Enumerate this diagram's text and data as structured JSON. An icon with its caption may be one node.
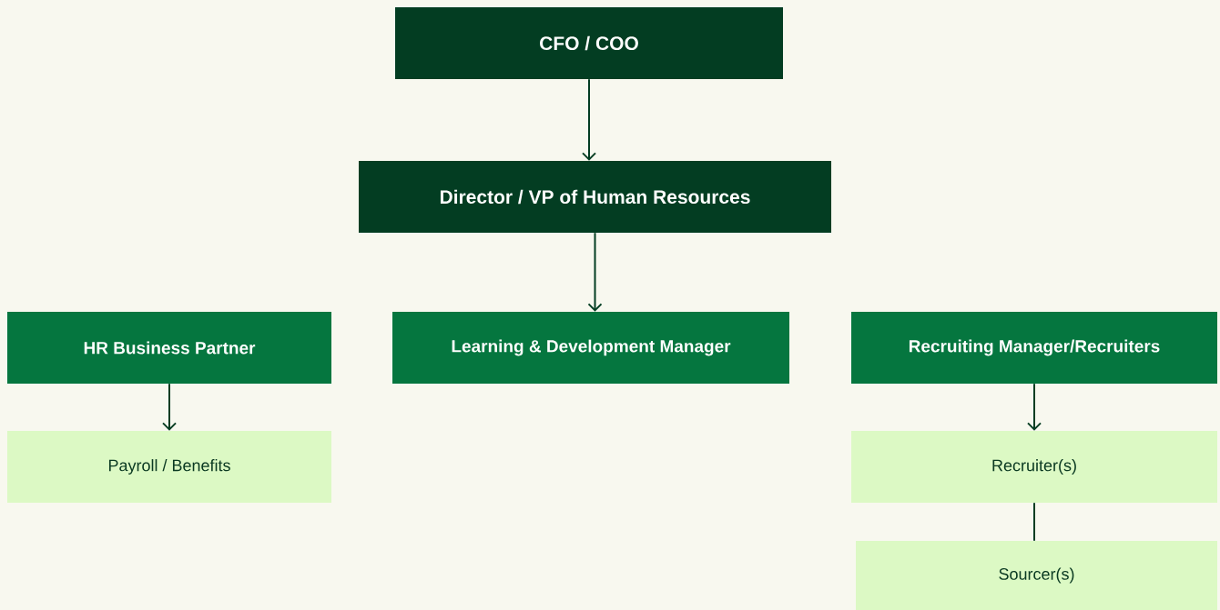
{
  "diagram": {
    "nodes": [
      {
        "text": [
          "CFO / COO"
        ]
      },
      {
        "text": [
          "Director / VP of Human Resources"
        ]
      },
      {
        "text": [
          "HR Business Partner"
        ]
      },
      {
        "text": [
          "Learning & Development Manager"
        ]
      },
      {
        "text": [
          "Recruiting Manager/Recruiters"
        ]
      },
      {
        "text": [
          "Payroll / Benefits"
        ]
      },
      {
        "text": [
          "Recruiter(s)"
        ]
      },
      {
        "text": [
          "Sourcer(s)"
        ]
      }
    ],
    "edges": [
      {
        "from": 0,
        "to": 1,
        "arrow": "to"
      },
      {
        "from": 1,
        "to": 3,
        "arrow": "to"
      },
      {
        "from": 2,
        "to": 5,
        "arrow": "to"
      },
      {
        "from": 4,
        "to": 6,
        "arrow": "to"
      },
      {
        "from": 6,
        "to": 7,
        "arrow": "none"
      }
    ]
  }
}
